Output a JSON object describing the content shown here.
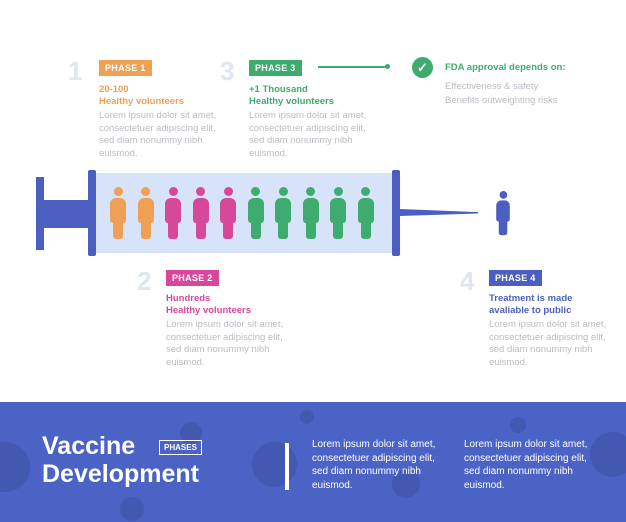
{
  "phases": [
    {
      "number": "1",
      "badge": "PHASE 1",
      "headline1": "20-100",
      "headline2": "Healthy volunteers",
      "text": "Lorem ipsum dolor sit amet, consectetuer adipiscing elit, sed diam nonummy nibh euismod.",
      "color": "#f0a055"
    },
    {
      "number": "2",
      "badge": "PHASE 2",
      "headline1": "Hundreds",
      "headline2": "Healthy volunteers",
      "text": "Lorem ipsum dolor sit amet, consectetuer adipiscing elit, sed diam nonummy nibh euismod.",
      "color": "#d8489a"
    },
    {
      "number": "3",
      "badge": "PHASE 3",
      "headline1": "+1 Thousand",
      "headline2": "Healthy volunteers",
      "text": "Lorem ipsum dolor sit amet, consectetuer adipiscing elit, sed diam nonummy nibh euismod.",
      "color": "#3dac6e"
    },
    {
      "number": "4",
      "badge": "PHASE 4",
      "headline1": "Treatment is made",
      "headline2": "avaliable to public",
      "text": "Lorem ipsum dolor sit amet, consectetuer adipiscing elit, sed diam nonummy nibh euismod.",
      "color": "#4b5fc0"
    }
  ],
  "fda": {
    "title": "FDA approval depends on:",
    "items": [
      "Effectiveness & safety",
      "Benefits outweighting risks"
    ]
  },
  "footer": {
    "title1": "Vaccine",
    "title2": "Development",
    "badge": "PHASES",
    "col1": "Lorem ipsum dolor sit amet, consectetuer adipiscing elit, sed diam nonummy nibh euismod.",
    "col2": "Lorem ipsum dolor sit amet, consectetuer adipiscing elit, sed diam nonummy nibh euismod."
  },
  "colors": {
    "syringe": "#4b5fc0",
    "barrel": "#d6e3f8",
    "footer": "#4b63c4"
  }
}
